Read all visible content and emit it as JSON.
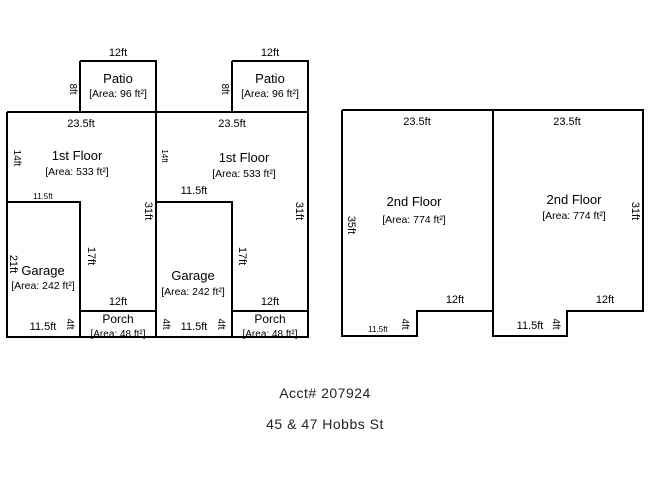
{
  "plan": {
    "rooms": [
      {
        "id": "patio-left",
        "name": "Patio",
        "area": "[Area: 96 ft²]"
      },
      {
        "id": "patio-right",
        "name": "Patio",
        "area": "[Area: 96 ft²]"
      },
      {
        "id": "floor1-left",
        "name": "1st Floor",
        "area": "[Area: 533 ft²]"
      },
      {
        "id": "floor1-right",
        "name": "1st Floor",
        "area": "[Area: 533 ft²]"
      },
      {
        "id": "garage-left",
        "name": "Garage",
        "area": "[Area: 242 ft²]"
      },
      {
        "id": "garage-right",
        "name": "Garage",
        "area": "[Area: 242 ft²]"
      },
      {
        "id": "porch-left",
        "name": "Porch",
        "area": "[Area: 48 ft²]"
      },
      {
        "id": "porch-right",
        "name": "Porch",
        "area": "[Area: 48 ft²]"
      },
      {
        "id": "floor2-left",
        "name": "2nd Floor",
        "area": "[Area: 774 ft²]"
      },
      {
        "id": "floor2-right",
        "name": "2nd Floor",
        "area": "[Area: 774 ft²]"
      }
    ],
    "dimensions": [
      {
        "id": "patio-l-width",
        "text": "12ft"
      },
      {
        "id": "patio-r-width",
        "text": "12ft"
      },
      {
        "id": "patio-l-depth",
        "text": "8ft"
      },
      {
        "id": "patio-r-depth",
        "text": "8ft"
      },
      {
        "id": "f1-l-width",
        "text": "23.5ft"
      },
      {
        "id": "f1-r-width",
        "text": "23.5ft"
      },
      {
        "id": "f1-l-side",
        "text": "14ft"
      },
      {
        "id": "f1-r-side",
        "text": "14ft"
      },
      {
        "id": "f1-l-depth",
        "text": "31ft"
      },
      {
        "id": "f1-r-depth",
        "text": "31ft"
      },
      {
        "id": "garage-l-top",
        "text": "11.5ft"
      },
      {
        "id": "garage-r-top",
        "text": "11.5ft"
      },
      {
        "id": "garage-l-side",
        "text": "21ft"
      },
      {
        "id": "garage-l-inner",
        "text": "17ft"
      },
      {
        "id": "garage-r-inner",
        "text": "17ft"
      },
      {
        "id": "porch-l-width",
        "text": "12ft"
      },
      {
        "id": "porch-r-width",
        "text": "12ft"
      },
      {
        "id": "porch-l-bottom",
        "text": "11.5ft"
      },
      {
        "id": "porch-r-bottom",
        "text": "11.5ft"
      },
      {
        "id": "porch-l-depth",
        "text": "4ft"
      },
      {
        "id": "porch-r-depth-a",
        "text": "4ft"
      },
      {
        "id": "porch-r-depth-b",
        "text": "4ft"
      },
      {
        "id": "f2-l-width",
        "text": "23.5ft"
      },
      {
        "id": "f2-r-width",
        "text": "23.5ft"
      },
      {
        "id": "f2-l-side",
        "text": "35ft"
      },
      {
        "id": "f2-r-side",
        "text": "31ft"
      },
      {
        "id": "f2-l-notch",
        "text": "12ft"
      },
      {
        "id": "f2-r-notch",
        "text": "12ft"
      },
      {
        "id": "f2-l-bottom",
        "text": "11.5ft"
      },
      {
        "id": "f2-r-bottom",
        "text": "11.5ft"
      },
      {
        "id": "f2-l-step",
        "text": "4ft"
      },
      {
        "id": "f2-r-step",
        "text": "4ft"
      }
    ]
  },
  "footer": {
    "account": "Acct# 207924",
    "address": "45 & 47 Hobbs St"
  }
}
